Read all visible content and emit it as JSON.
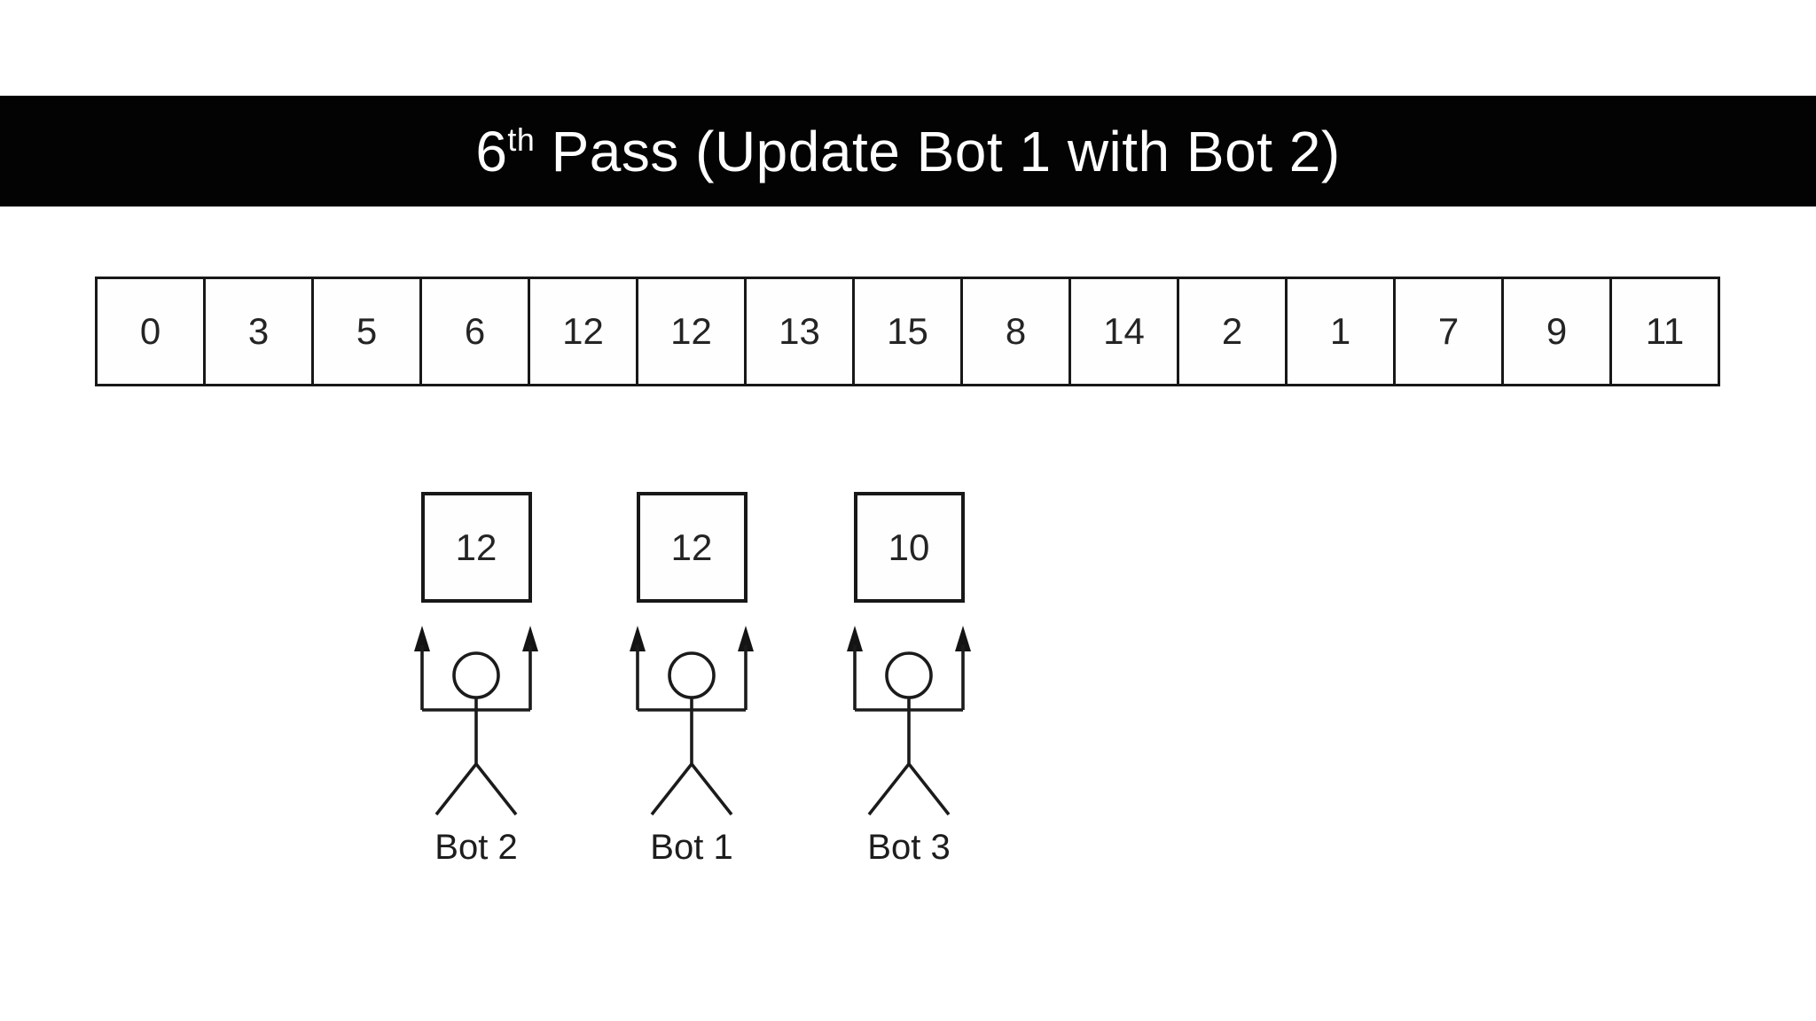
{
  "title": {
    "number": "6",
    "ordinal": "th",
    "rest": " Pass (Update Bot 1 with Bot 2)"
  },
  "array": {
    "values": [
      "0",
      "3",
      "5",
      "6",
      "12",
      "12",
      "13",
      "15",
      "8",
      "14",
      "2",
      "1",
      "7",
      "9",
      "11"
    ]
  },
  "bots": [
    {
      "label": "Bot 2",
      "value": "12"
    },
    {
      "label": "Bot 1",
      "value": "12"
    },
    {
      "label": "Bot 3",
      "value": "10"
    }
  ],
  "colors": {
    "background": "#ffffff",
    "banner_background": "#030303",
    "banner_text": "#ffffff",
    "line": "#181818",
    "text": "#242424"
  }
}
